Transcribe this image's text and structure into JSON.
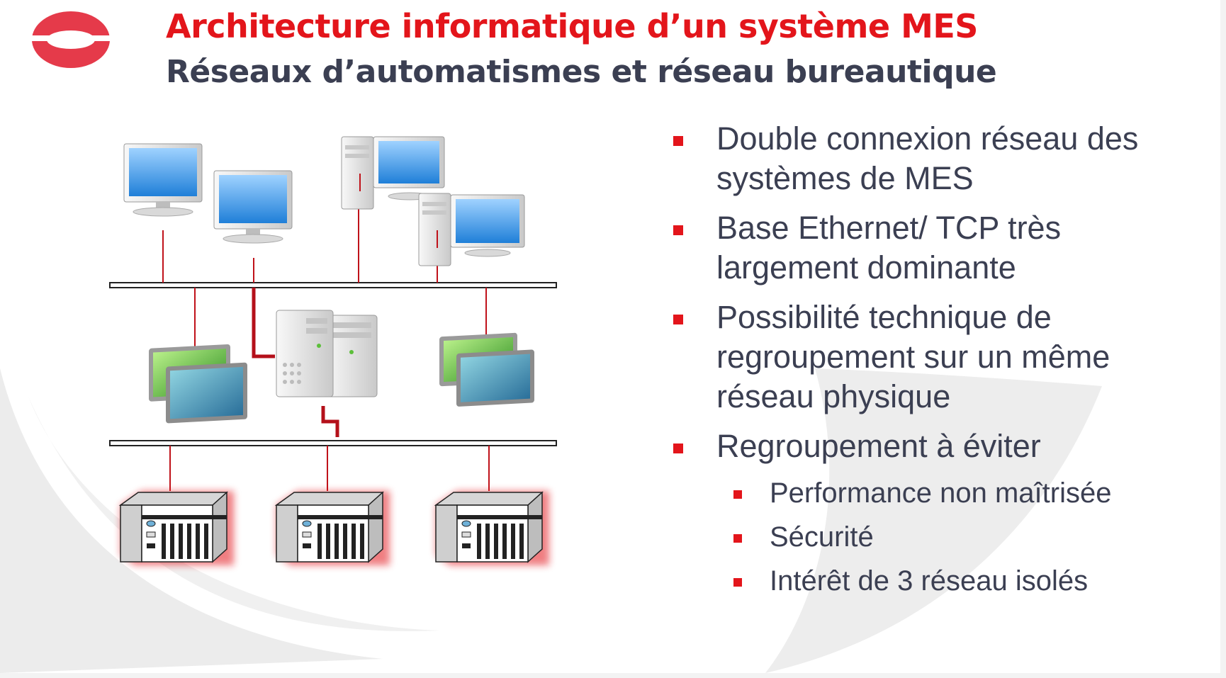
{
  "slide": {
    "title": "Architecture informatique d’un système MES",
    "subtitle": "Réseaux d’automatismes et réseau bureautique",
    "bullets": [
      "Double connexion réseau des systèmes de MES",
      "Base Ethernet/ TCP très largement dominante",
      "Possibilité technique de regroupement sur un même réseau physique",
      "Regroupement à éviter"
    ],
    "sub_bullets": [
      "Performance non maîtrisée",
      "Sécurité",
      "Intérêt de 3 réseau isolés"
    ]
  },
  "colors": {
    "accent": "#e3151b",
    "text": "#3b3f52",
    "screen_blue": "#2f8ee0",
    "panel_green": "#5cbf3a"
  },
  "icons": [
    "logo",
    "monitor-icon",
    "desktop-computer-icon",
    "server-icon",
    "hmi-panel-icon",
    "plc-controller-icon"
  ]
}
